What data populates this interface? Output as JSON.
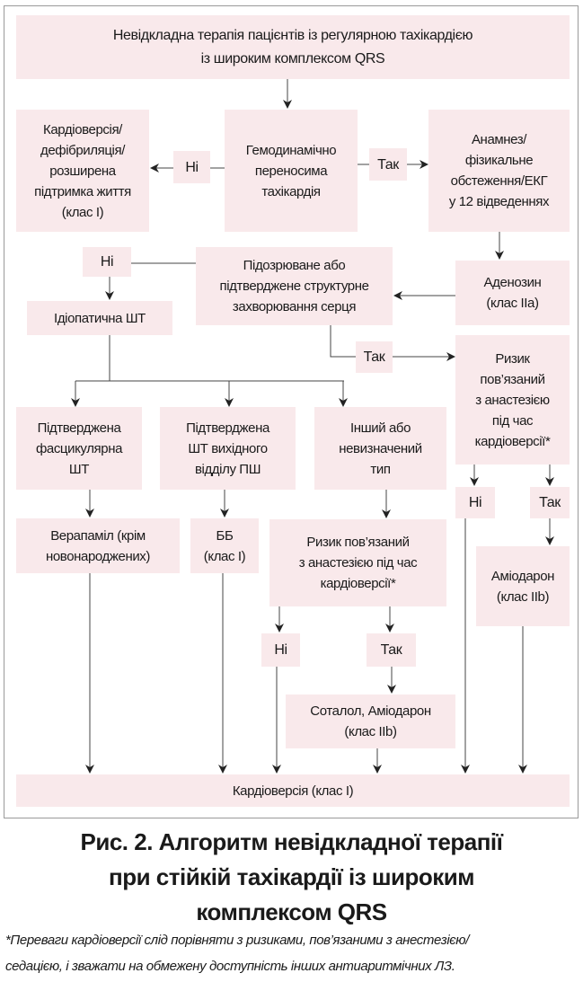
{
  "nodes": {
    "start": "Невідкладна терапія пацієнтів із регулярною тахікардією\nіз широким комплексом QRS",
    "cardioversion_defib": "Кардіоверсія/\nдефібриляція/\nрозширена\nпідтримка життя\n(клас I)",
    "hemodynamic": "Гемодинамічно\nпереносима\nтахікардія",
    "anamnesis": "Анамнез/\nфізикальне\nобстеження/ЕКГ\nу 12 відведеннях",
    "structural": "Підозрюване або\nпідтверджене структурне\nзахворювання серця",
    "adenosine": "Аденозин\n(клас IIa)",
    "idiopathic": "Ідіопатична ШТ",
    "risk_right": "Ризик\nпов’язаний\nз анастезією\nпід час\nкардіоверсії*",
    "fascicular": "Підтверджена\nфасцикулярна\nШТ",
    "rvot": "Підтверджена\nШТ вихідного\nвідділу ПШ",
    "other": "Інший або\nневизначений\nтип",
    "verapamil": "Верапаміл (крім\nновонароджених)",
    "bb": "ББ\n(клас I)",
    "risk_mid": "Ризик пов’язаний\nз анастезією під час\nкардіоверсії*",
    "amiodarone": "Аміодарон\n(клас IIb)",
    "sotalol": "Соталол, Аміодарон\n(клас IIb)",
    "cardioversion_final": "Кардіоверсія (клас I)"
  },
  "labels": {
    "no": "Ні",
    "yes": "Так"
  },
  "caption": "Рис. 2. Алгоритм невідкладної терапії\nпри стійкій тахікардії із широким\nкомплексом QRS",
  "footnote": "*Переваги кардіоверсії слід порівняти з ризиками, пов’язаними з анестезією/\nседацією, і зважати на обмежену доступність інших антиаритмічних ЛЗ.",
  "colors": {
    "box": "#f9e9eb",
    "line": "#333333"
  }
}
